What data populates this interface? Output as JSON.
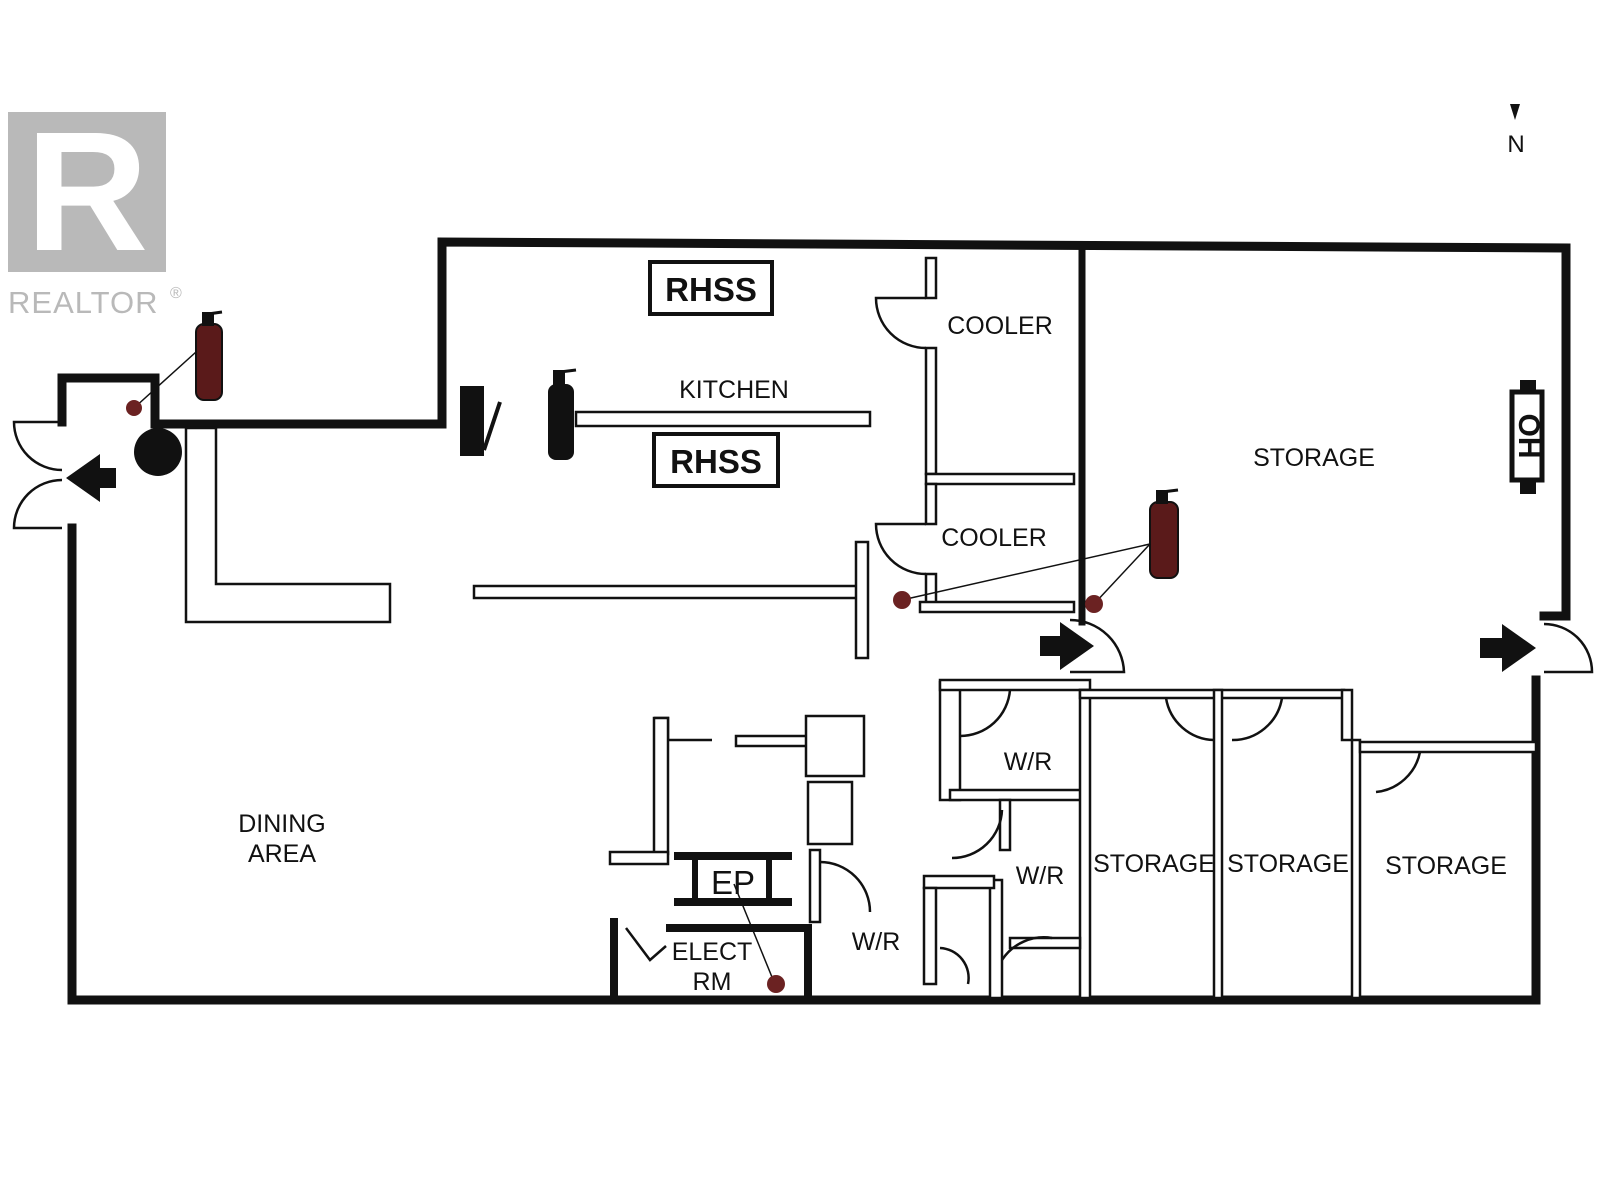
{
  "logo": {
    "wordmark": "REALTOR",
    "registered": "®",
    "monogram": "R"
  },
  "compass": {
    "label": "N"
  },
  "rooms": {
    "kitchen": "KITCHEN",
    "cooler_1": "COOLER",
    "cooler_2": "COOLER",
    "storage_main": "STORAGE",
    "storage_1": "STORAGE",
    "storage_2": "STORAGE",
    "storage_3": "STORAGE",
    "dining_line1": "DINING",
    "dining_line2": "AREA",
    "wr_1": "W/R",
    "wr_2": "W/R",
    "wr_3": "W/R",
    "elect_line1": "ELECT",
    "elect_line2": "RM"
  },
  "symbols": {
    "rhss_top": "RHSS",
    "rhss_bottom": "RHSS",
    "electrical_panel": "EP",
    "overhead_door": "OH"
  },
  "colors": {
    "wall": "#111111",
    "extinguisher": "#5a1a1a",
    "marker": "#6b2222",
    "logo": "#b9b9b9"
  }
}
